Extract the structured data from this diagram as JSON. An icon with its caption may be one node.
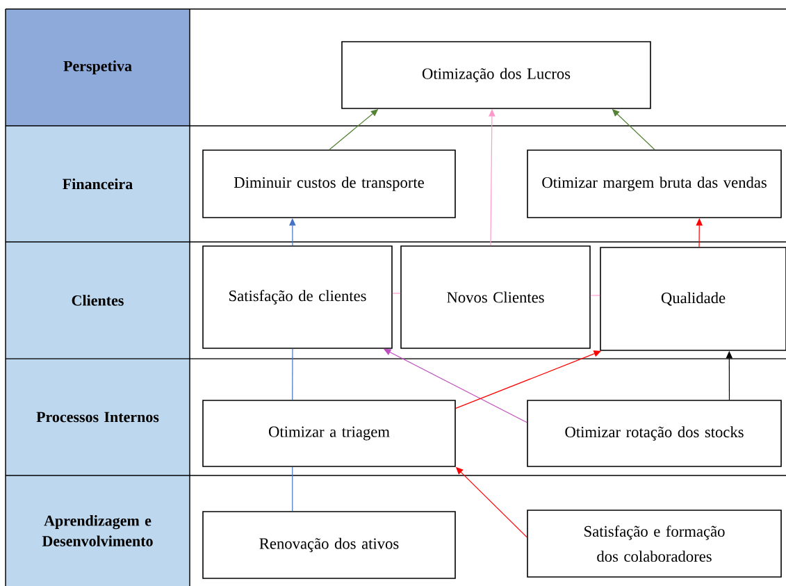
{
  "diagram": {
    "nodes": [
      {
        "text": [
          "Perspetiva"
        ]
      },
      {
        "text": [
          "Otimização dos Lucros"
        ]
      },
      {
        "text": [
          "Financeira"
        ]
      },
      {
        "text": [
          "Diminuir custos de transporte"
        ]
      },
      {
        "text": [
          "Otimizar margem bruta das vendas"
        ]
      },
      {
        "text": [
          "Clientes"
        ]
      },
      {
        "text": [
          "Satisfação de clientes"
        ]
      },
      {
        "text": [
          "Novos Clientes"
        ]
      },
      {
        "text": [
          "Qualidade"
        ]
      },
      {
        "text": [
          "Processos Internos"
        ]
      },
      {
        "text": [
          "Otimizar a triagem"
        ]
      },
      {
        "text": [
          "Otimizar rotação dos stocks"
        ]
      },
      {
        "text": [
          "Aprendizagem e Desenvolvimento"
        ]
      },
      {
        "text": [
          "Renovação dos ativos"
        ]
      },
      {
        "text": [
          "Satisfação e formação dos colaboradores"
        ]
      }
    ],
    "edges": [
      {
        "from": 3,
        "to": 1,
        "arrow": "to",
        "color": "#548235"
      },
      {
        "from": 7,
        "to": 1,
        "arrow": "to",
        "color": "#ff99cc"
      },
      {
        "from": 4,
        "to": 1,
        "arrow": "to",
        "color": "#548235"
      },
      {
        "from": 6,
        "to": 3,
        "arrow": "to",
        "color": "#4472c4"
      },
      {
        "from": 8,
        "to": 4,
        "arrow": "to",
        "color": "#ff0000"
      },
      {
        "from": 6,
        "to": 7,
        "arrow": "none",
        "color": "#ff99cc"
      },
      {
        "from": 7,
        "to": 8,
        "arrow": "none",
        "color": "#ff99cc"
      },
      {
        "from": 11,
        "to": 6,
        "arrow": "to",
        "color": "#bf4fc0"
      },
      {
        "from": 10,
        "to": 8,
        "arrow": "to",
        "color": "#ff0000"
      },
      {
        "from": 11,
        "to": 8,
        "arrow": "to",
        "color": "#000000"
      },
      {
        "from": 10,
        "to": 6,
        "arrow": "none",
        "color": "#4472c4"
      },
      {
        "from": 13,
        "to": 10,
        "arrow": "none",
        "color": "#4472c4"
      },
      {
        "from": 14,
        "to": 10,
        "arrow": "to",
        "color": "#ff0000"
      }
    ]
  }
}
